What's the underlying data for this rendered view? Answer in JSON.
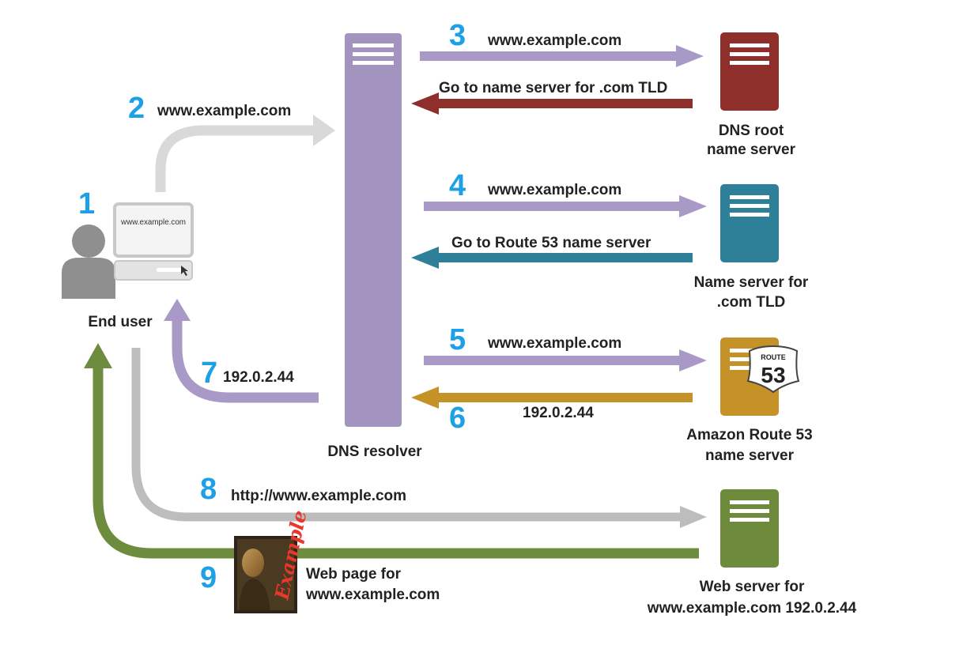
{
  "colors": {
    "step_number": "#1ea0e6",
    "resolver": "#a393bf",
    "resolver_arrow": "#a899c6",
    "root_server": "#8e2f2b",
    "tld_server": "#2e7f98",
    "route53_server": "#c49226",
    "web_server": "#6d8b3a",
    "user_arrow": "#d9d9d9",
    "request_arrow": "#bdbdbd",
    "response_arrow": "#6e8c3d",
    "person": "#8f8f8f"
  },
  "end_user": {
    "label": "End user",
    "step_number": "1",
    "screen_text": "www.example.com"
  },
  "dns_resolver": {
    "label": "DNS resolver"
  },
  "servers": {
    "root": {
      "line1": "DNS root",
      "line2": "name server"
    },
    "tld": {
      "line1": "Name server for",
      "line2": ".com TLD"
    },
    "route53": {
      "line1": "Amazon Route 53",
      "line2": "name server",
      "badge_top": "ROUTE",
      "badge_number": "53"
    },
    "web": {
      "line1": "Web server for",
      "line2": "www.example.com 192.0.2.44"
    }
  },
  "steps": [
    {
      "number": "2",
      "label": "www.example.com"
    },
    {
      "number": "3",
      "label": "www.example.com",
      "reply": "Go to name server for .com TLD"
    },
    {
      "number": "4",
      "label": "www.example.com",
      "reply": "Go to Route 53 name server"
    },
    {
      "number": "5",
      "label": "www.example.com"
    },
    {
      "number": "6",
      "label": "192.0.2.44"
    },
    {
      "number": "7",
      "label": "192.0.2.44"
    },
    {
      "number": "8",
      "label": "http://www.example.com"
    },
    {
      "number": "9",
      "line1": "Web page for",
      "line2": "www.example.com",
      "thumbnail_text": "Example"
    }
  ]
}
